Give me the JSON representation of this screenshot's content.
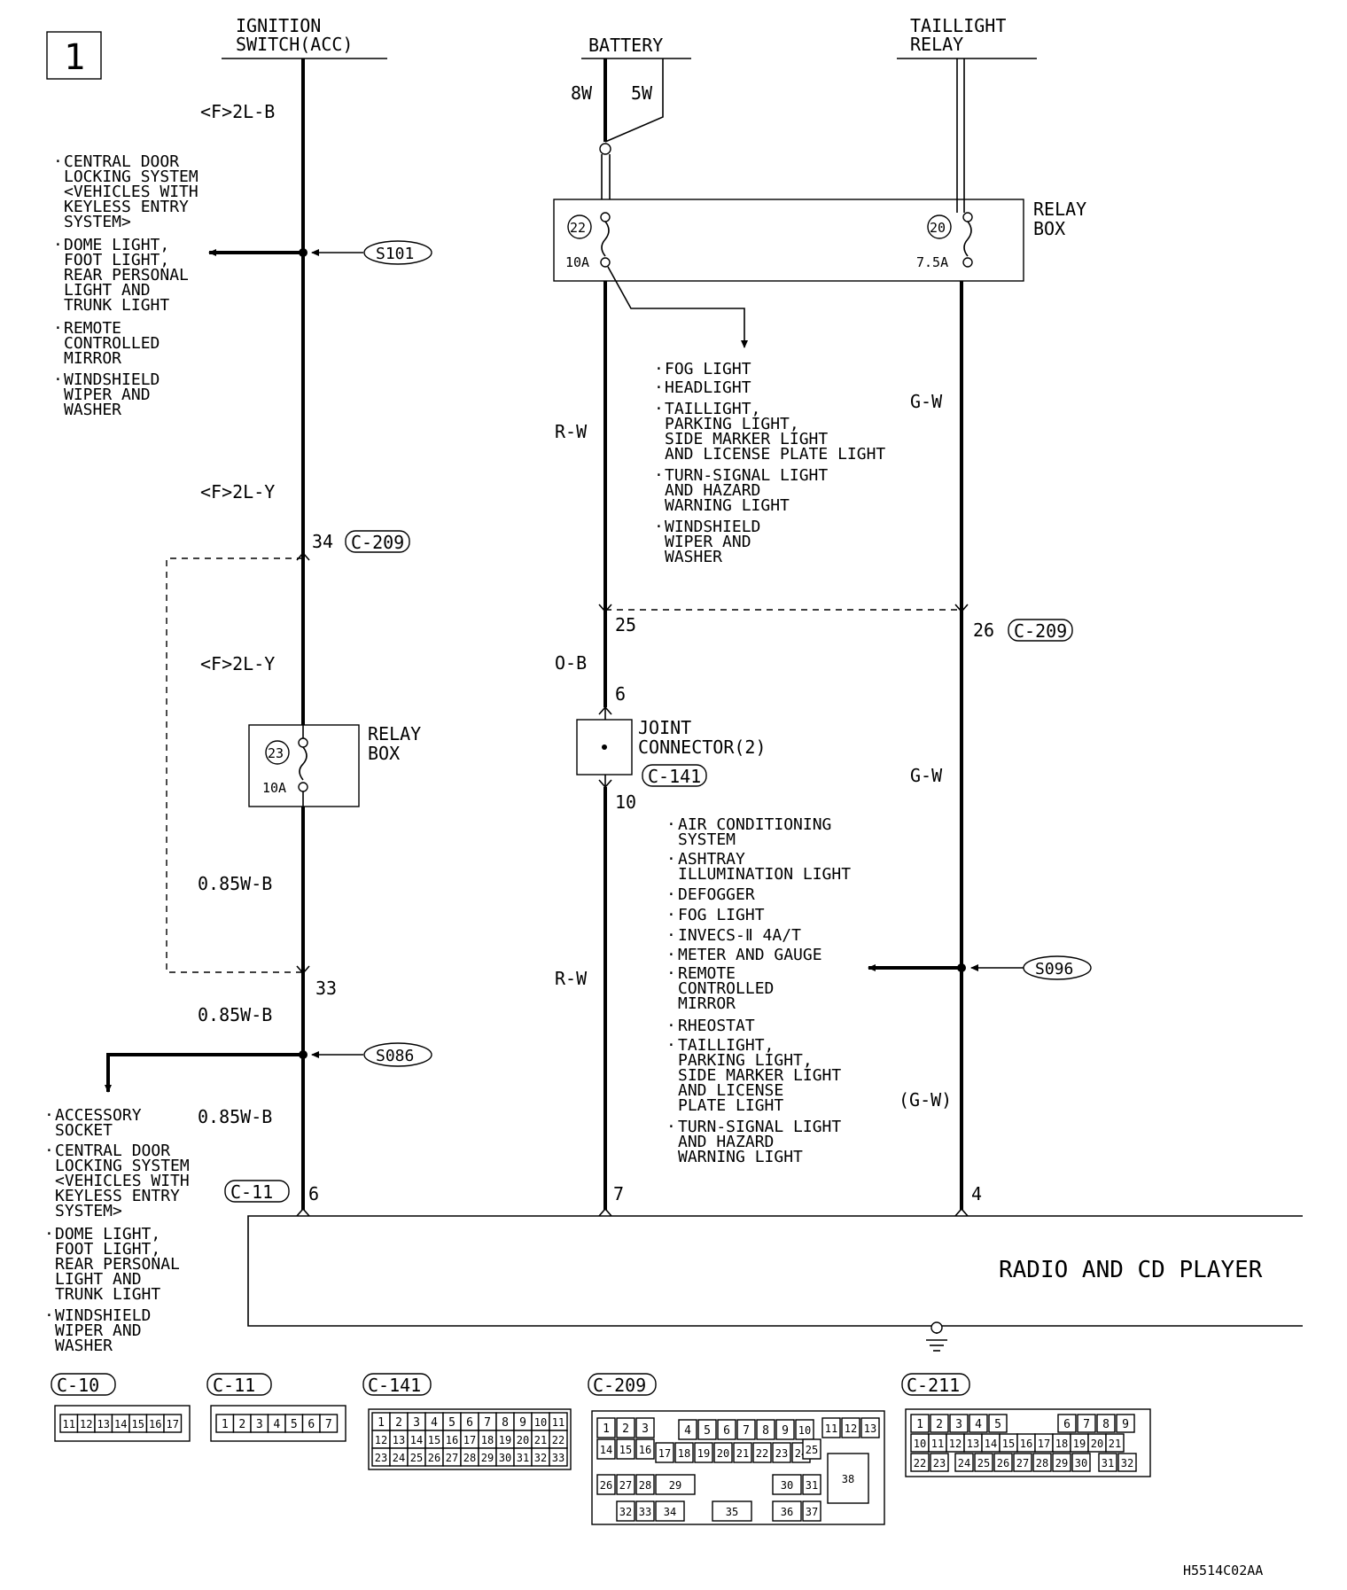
{
  "page_number": "1",
  "diagram_code": "H5514C02AA",
  "sources": {
    "ignition": [
      "IGNITION",
      "SWITCH(ACC)"
    ],
    "battery": "BATTERY",
    "taillight": [
      "TAILLIGHT",
      "RELAY"
    ]
  },
  "wires": {
    "w_2lb": "<F>2L-B",
    "w_2ly_1": "<F>2L-Y",
    "w_2ly_2": "<F>2L-Y",
    "w_085_1": "0.85W-B",
    "w_085_2": "0.85W-B",
    "w_085_3": "0.85W-B",
    "w_8w": "8W",
    "w_5w": "5W",
    "w_rw_1": "R-W",
    "w_ob": "O-B",
    "w_rw_2": "R-W",
    "w_gw_1": "G-W",
    "w_gw_2": "G-W",
    "w_gw_3": "(G-W)"
  },
  "relay_box_top": {
    "label": [
      "RELAY",
      "BOX"
    ],
    "fuse_a": {
      "num": "22",
      "amp": "10A"
    },
    "fuse_b": {
      "num": "20",
      "amp": "7.5A"
    }
  },
  "relay_box_left": {
    "label": [
      "RELAY",
      "BOX"
    ],
    "fuse": {
      "num": "23",
      "amp": "10A"
    }
  },
  "joint_connector": {
    "label": [
      "JOINT",
      "CONNECTOR(2)"
    ],
    "id": "C-141",
    "pin_in": "6",
    "pin_out": "10"
  },
  "splices": {
    "s101": "S101",
    "s086": "S086",
    "s096": "S096"
  },
  "connector_pins": {
    "c209_34": "34",
    "c209_33": "33",
    "c209_25": "25",
    "c209_26": "26",
    "c11_6": "6",
    "p7": "7",
    "p4": "4"
  },
  "connector_labels": {
    "c209_a": "C-209",
    "c209_b": "C-209",
    "c11": "C-11"
  },
  "dest_s101": [
    [
      "CENTRAL DOOR",
      "LOCKING SYSTEM",
      "<VEHICLES WITH",
      " KEYLESS ENTRY",
      " SYSTEM>"
    ],
    [
      "DOME LIGHT,",
      "FOOT LIGHT,",
      "REAR PERSONAL",
      "LIGHT AND",
      "TRUNK LIGHT"
    ],
    [
      "REMOTE",
      "CONTROLLED",
      "MIRROR"
    ],
    [
      "WINDSHIELD",
      "WIPER AND",
      "WASHER"
    ]
  ],
  "dest_fuse22": [
    [
      "FOG LIGHT"
    ],
    [
      "HEADLIGHT"
    ],
    [
      "TAILLIGHT,",
      "PARKING LIGHT,",
      "SIDE MARKER LIGHT",
      "AND LICENSE PLATE LIGHT"
    ],
    [
      "TURN-SIGNAL LIGHT",
      "AND HAZARD",
      "WARNING LIGHT"
    ],
    [
      "WINDSHIELD",
      "WIPER AND",
      "WASHER"
    ]
  ],
  "dest_s096": [
    [
      "AIR CONDITIONING",
      "SYSTEM"
    ],
    [
      "ASHTRAY",
      "ILLUMINATION LIGHT"
    ],
    [
      "DEFOGGER"
    ],
    [
      "FOG LIGHT"
    ],
    [
      "INVECS-Ⅱ 4A/T"
    ],
    [
      "METER AND GAUGE"
    ],
    [
      "REMOTE",
      "CONTROLLED",
      "MIRROR"
    ],
    [
      "RHEOSTAT"
    ],
    [
      "TAILLIGHT,",
      "PARKING LIGHT,",
      "SIDE MARKER LIGHT",
      "AND LICENSE",
      "PLATE LIGHT"
    ],
    [
      "TURN-SIGNAL LIGHT",
      "AND HAZARD",
      "WARNING LIGHT"
    ]
  ],
  "dest_s086": [
    [
      "ACCESSORY",
      "SOCKET"
    ],
    [
      "CENTRAL DOOR",
      "LOCKING SYSTEM",
      "<VEHICLES WITH",
      " KEYLESS ENTRY",
      " SYSTEM>"
    ],
    [
      "DOME LIGHT,",
      "FOOT LIGHT,",
      "REAR PERSONAL",
      "LIGHT AND",
      "TRUNK LIGHT"
    ],
    [
      "WINDSHIELD",
      "WIPER AND",
      "WASHER"
    ]
  ],
  "radio_label": "RADIO AND CD PLAYER",
  "faces": {
    "c10": {
      "label": "C-10",
      "rows": [
        [
          "11",
          "12",
          "13",
          "14",
          "15",
          "16",
          "17"
        ]
      ]
    },
    "c11": {
      "label": "C-11",
      "rows": [
        [
          "1",
          "2",
          "3",
          "4",
          "5",
          "6",
          "7"
        ]
      ]
    },
    "c141": {
      "label": "C-141",
      "rows": [
        [
          "1",
          "2",
          "3",
          "4",
          "5",
          "6",
          "7",
          "8",
          "9",
          "10",
          "11"
        ],
        [
          "12",
          "13",
          "14",
          "15",
          "16",
          "17",
          "18",
          "19",
          "20",
          "21",
          "22"
        ],
        [
          "23",
          "24",
          "25",
          "26",
          "27",
          "28",
          "29",
          "30",
          "31",
          "32",
          "33"
        ]
      ]
    },
    "c209": {
      "label": "C-209",
      "rows": [
        [
          "1",
          "2",
          "3",
          "4",
          "5",
          "6",
          "7",
          "8",
          "9",
          "10",
          "11",
          "12",
          "13"
        ],
        [
          "14",
          "15",
          "16",
          "17",
          "18",
          "19",
          "20",
          "21",
          "22",
          "23",
          "24",
          "25"
        ],
        [
          "26",
          "27",
          "28",
          "29",
          "30",
          "31"
        ],
        [
          "32",
          "33",
          "34",
          "35",
          "36",
          "37"
        ],
        [
          "38"
        ]
      ]
    },
    "c211": {
      "label": "C-211",
      "rows": [
        [
          "1",
          "2",
          "3",
          "4",
          "5",
          "6",
          "7",
          "8",
          "9"
        ],
        [
          "10",
          "11",
          "12",
          "13",
          "14",
          "15",
          "16",
          "17",
          "18",
          "19",
          "20",
          "21"
        ],
        [
          "22",
          "23",
          "24",
          "25",
          "26",
          "27",
          "28",
          "29",
          "30",
          "31",
          "32"
        ]
      ]
    }
  }
}
